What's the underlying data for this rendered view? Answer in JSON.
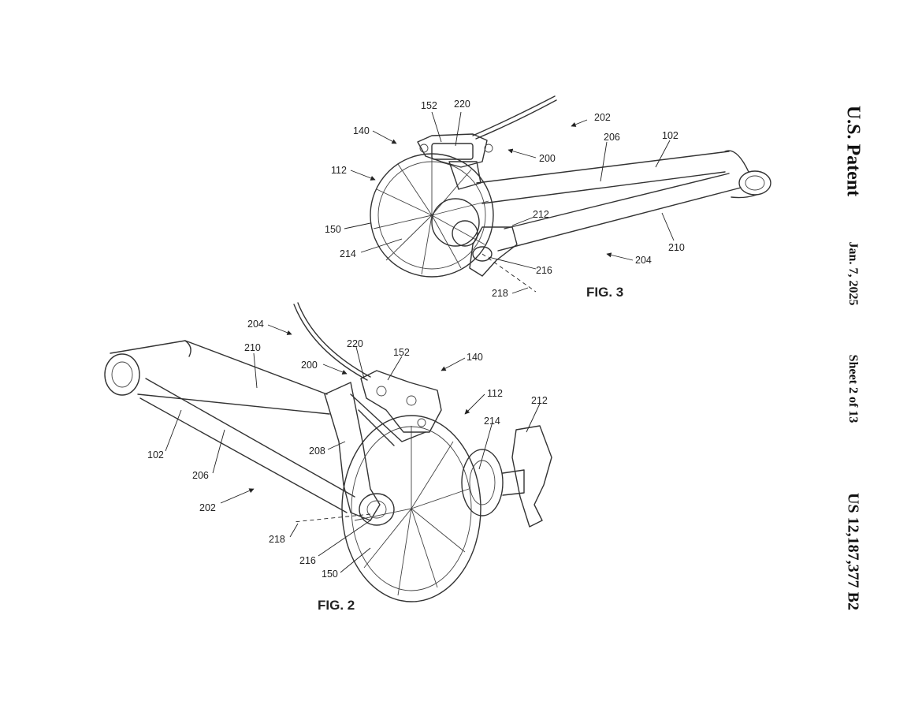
{
  "header": {
    "patent_label": "U.S. Patent",
    "date": "Jan. 7, 2025",
    "sheet": "Sheet 2 of 13",
    "patent_number": "US 12,187,377 B2"
  },
  "fig3": {
    "title": "FIG. 3",
    "refs": [
      "152",
      "220",
      "202",
      "140",
      "200",
      "206",
      "102",
      "112",
      "150",
      "212",
      "214",
      "210",
      "204",
      "216",
      "218"
    ]
  },
  "fig2": {
    "title": "FIG. 2",
    "refs": [
      "204",
      "220",
      "152",
      "140",
      "210",
      "200",
      "112",
      "212",
      "214",
      "102",
      "208",
      "206",
      "202",
      "218",
      "216",
      "150"
    ]
  }
}
